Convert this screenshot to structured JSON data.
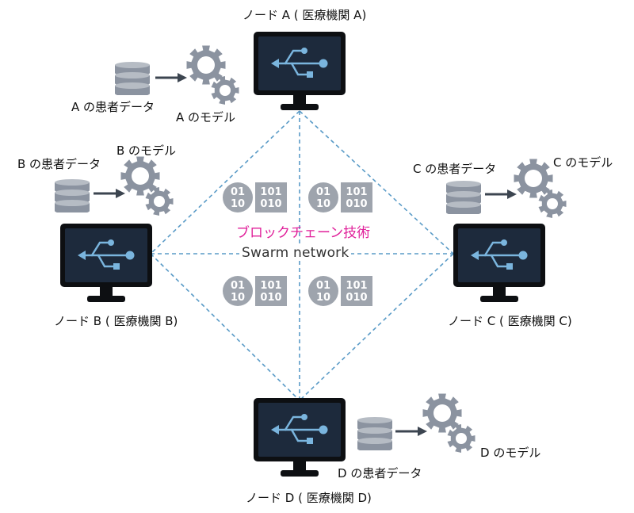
{
  "network": {
    "technology_label": "ブロックチェーン技術",
    "swarm_label": "Swarm network"
  },
  "binary_tokens": {
    "left_top": "01",
    "left_bottom": "10",
    "right_top": "101",
    "right_bottom": "010"
  },
  "nodes": {
    "a": {
      "title": "ノード A ( 医療機関 A)",
      "data_label": "A の患者データ",
      "model_label": "A のモデル"
    },
    "b": {
      "title": "ノード B ( 医療機関 B)",
      "data_label": "B の患者データ",
      "model_label": "B のモデル"
    },
    "c": {
      "title": "ノード C ( 医療機関 C)",
      "data_label": "C の患者データ",
      "model_label": "C のモデル"
    },
    "d": {
      "title": "ノード D ( 医療機関 D)",
      "data_label": "D の患者データ",
      "model_label": "D のモデル"
    }
  },
  "colors": {
    "screen": "#1d2a3c",
    "monitor_frame": "#0d0f12",
    "usb_symbol": "#7ab5de",
    "dashed_link": "#5a9bc7",
    "gear": "#8b93a0",
    "database": "#8b93a0",
    "arrow": "#3c4550",
    "binary_tile": "#9ea4ad",
    "technology_text": "#e0209a"
  }
}
